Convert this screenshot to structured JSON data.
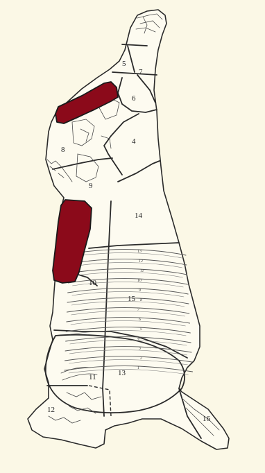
{
  "diagram": {
    "highlight_color": "#8b0a1a",
    "cut_labels": [
      "5",
      "7",
      "6",
      "4",
      "8",
      "9",
      "14",
      "10",
      "15",
      "11",
      "13",
      "12",
      "16"
    ],
    "rib_numbers": [
      "13",
      "12",
      "11",
      "10",
      "9",
      "8",
      "7",
      "6",
      "5",
      "4",
      "3",
      "2",
      "1"
    ]
  }
}
